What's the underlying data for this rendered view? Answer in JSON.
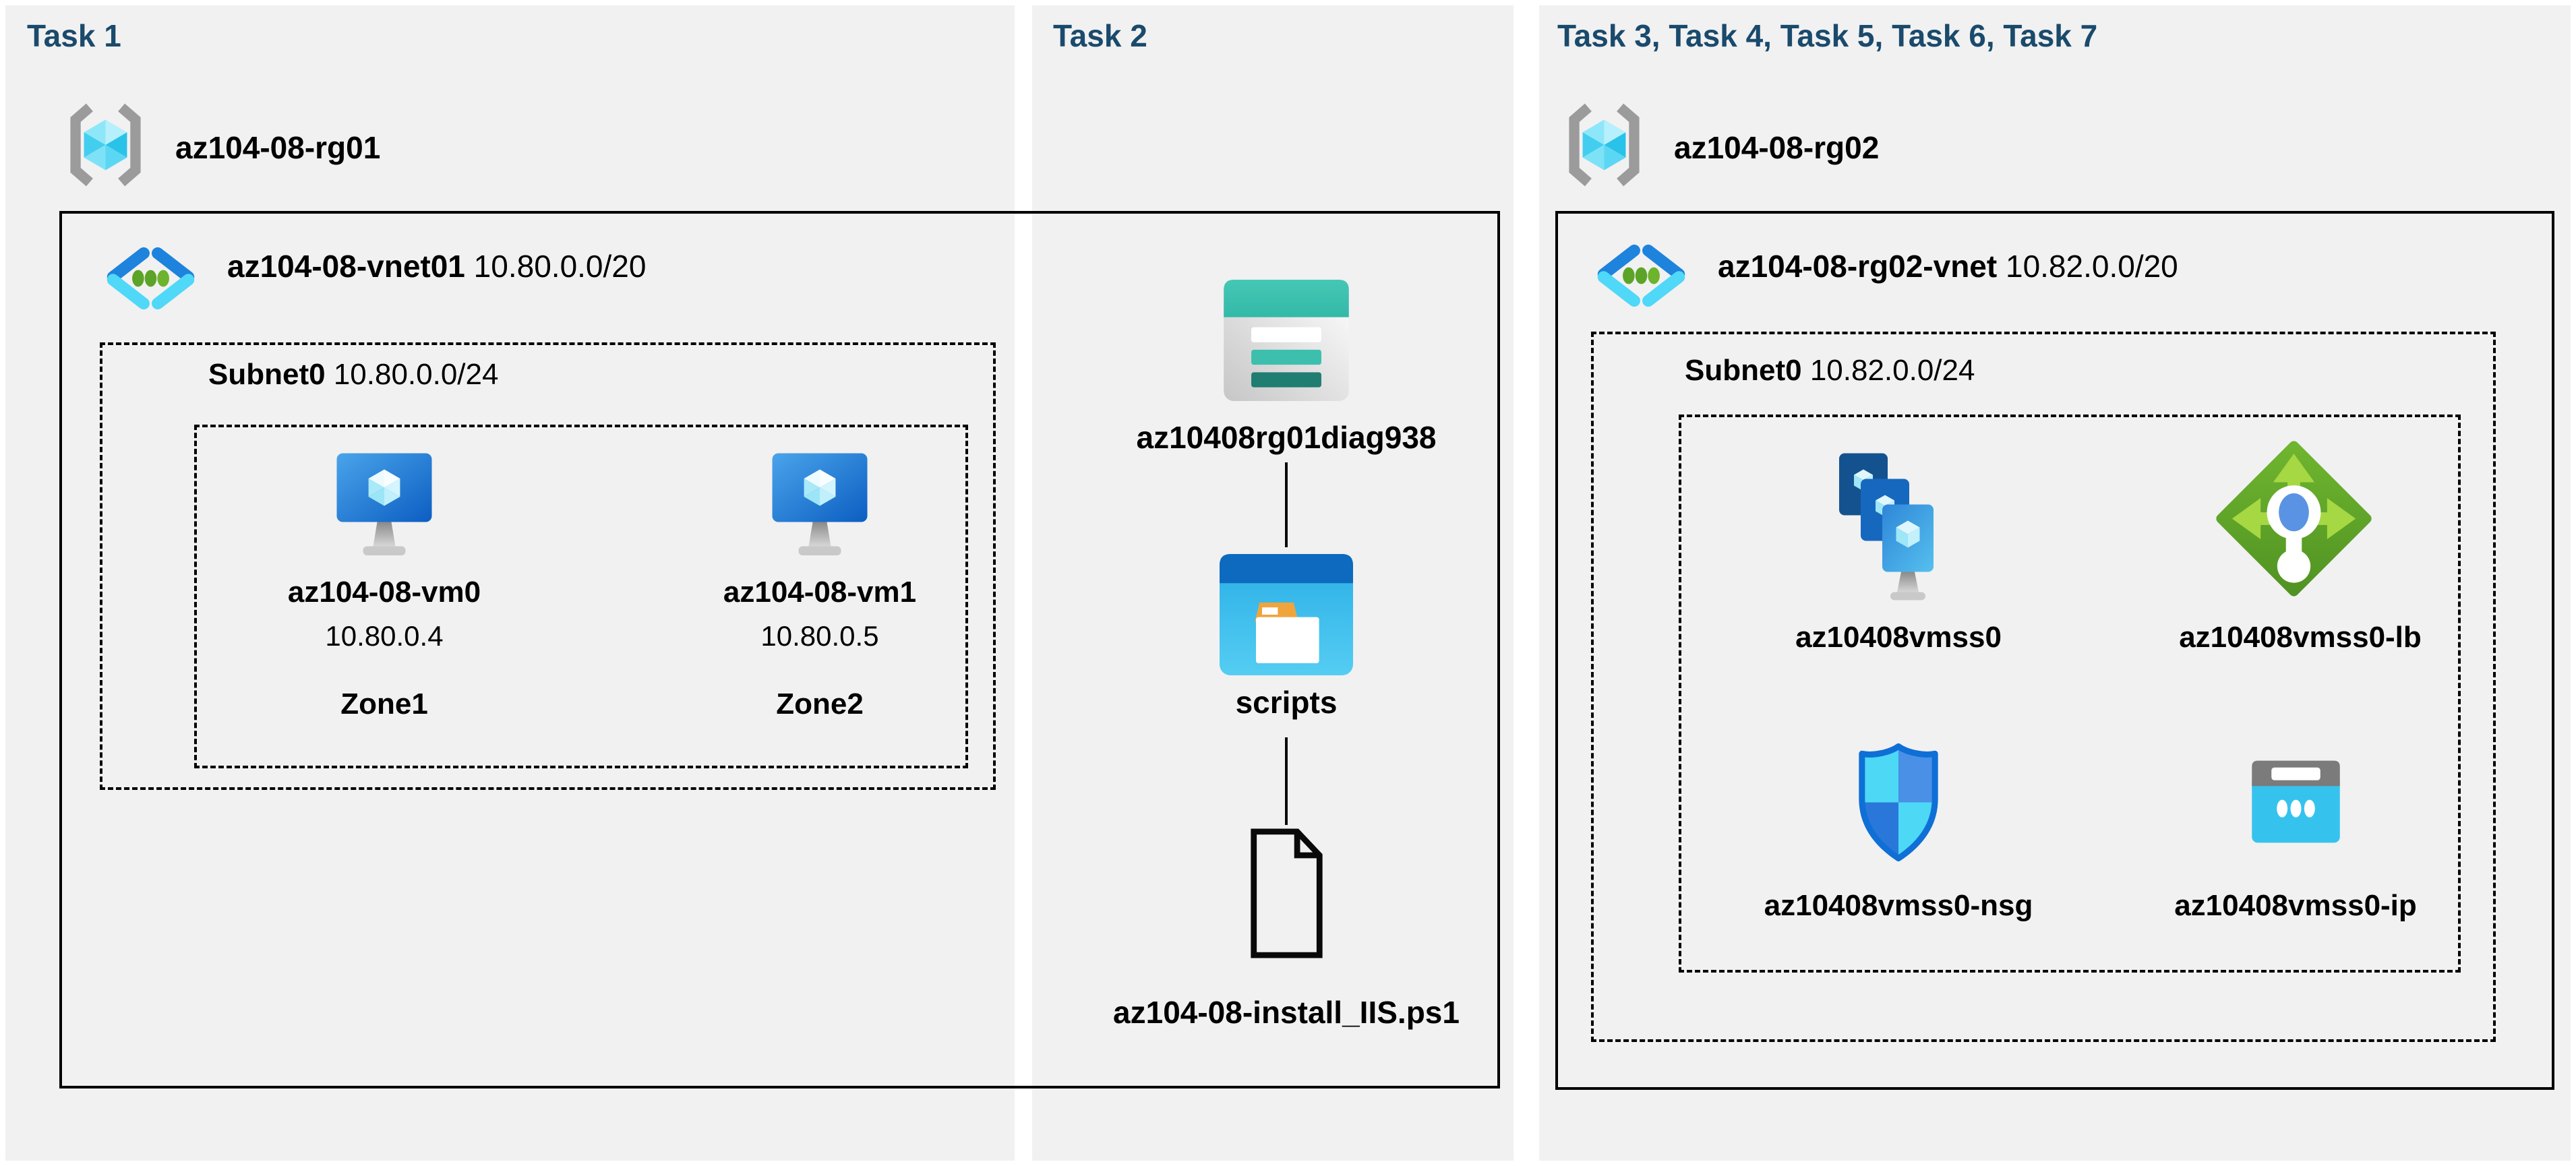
{
  "colors": {
    "background": "#ffffff",
    "panel": "#f1f1f1",
    "title": "#1a4a6c",
    "box_border": "#000000",
    "vm_blue": "#1565c4",
    "storage_teal": "#3dbfae",
    "lb_green": "#5f9e27",
    "nsg_blue": "#0f6fd6",
    "ip_cyan": "#35c3ee"
  },
  "icons": {
    "resource_group": "resource-group-icon",
    "virtual_network": "virtual-network-icon",
    "virtual_machine": "virtual-machine-icon",
    "storage_account": "storage-account-icon",
    "blob_container": "blob-container-icon",
    "file": "file-icon",
    "vm_scale_set": "vm-scale-set-icon",
    "load_balancer": "load-balancer-icon",
    "network_security_group": "network-security-group-icon",
    "public_ip": "public-ip-icon"
  },
  "tasks": {
    "task1": {
      "title": "Task 1",
      "resource_group": {
        "name": "az104-08-rg01"
      },
      "vnet": {
        "name": "az104-08-vnet01",
        "cidr": "10.80.0.0/20"
      },
      "subnet": {
        "name": "Subnet0",
        "cidr": "10.80.0.0/24"
      },
      "vms": [
        {
          "name": "az104-08-vm0",
          "ip": "10.80.0.4",
          "zone": "Zone1"
        },
        {
          "name": "az104-08-vm1",
          "ip": "10.80.0.5",
          "zone": "Zone2"
        }
      ]
    },
    "task2": {
      "title": "Task 2",
      "storage_account": {
        "name": "az10408rg01diag938"
      },
      "container": {
        "name": "scripts"
      },
      "file": {
        "name": "az104-08-install_IIS.ps1"
      }
    },
    "task3": {
      "title": "Task 3, Task 4, Task 5, Task 6, Task 7",
      "resource_group": {
        "name": "az104-08-rg02"
      },
      "vnet": {
        "name": "az104-08-rg02-vnet",
        "cidr": "10.82.0.0/20"
      },
      "subnet": {
        "name": "Subnet0",
        "cidr": "10.82.0.0/24"
      },
      "resources": [
        {
          "name": "az10408vmss0"
        },
        {
          "name": "az10408vmss0-lb"
        },
        {
          "name": "az10408vmss0-nsg"
        },
        {
          "name": "az10408vmss0-ip"
        }
      ]
    }
  }
}
